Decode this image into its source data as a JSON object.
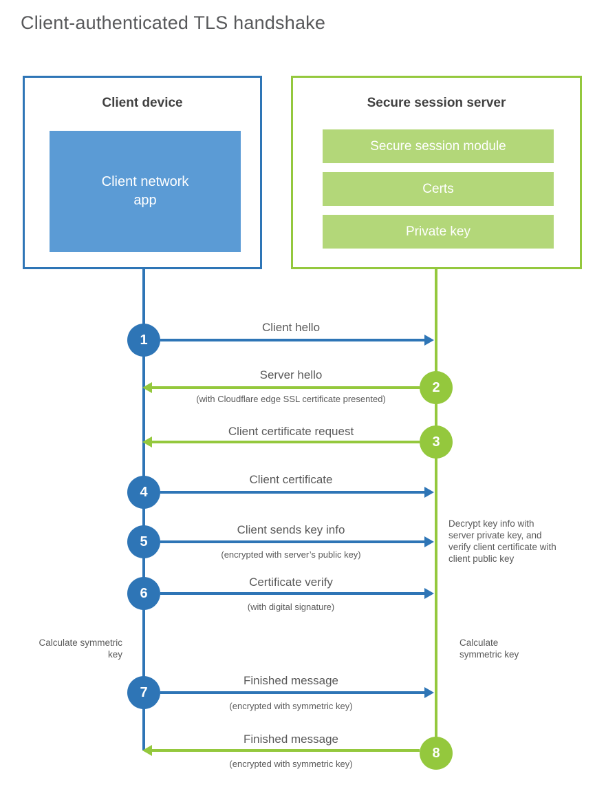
{
  "title": "Client-authenticated TLS handshake",
  "colors": {
    "client_strong": "#2e75b6",
    "client_fill": "#5b9bd5",
    "server_strong": "#94c83d",
    "server_fill": "#b3d779",
    "heading_text": "#404040",
    "label_text": "#595959"
  },
  "client": {
    "title": "Client device",
    "app_label": "Client network app"
  },
  "server": {
    "title": "Secure session server",
    "modules": [
      "Secure session module",
      "Certs",
      "Private key"
    ]
  },
  "messages": [
    {
      "num": "1",
      "from": "client",
      "direction": "right",
      "label": "Client hello",
      "sublabel": ""
    },
    {
      "num": "2",
      "from": "server",
      "direction": "left",
      "label": "Server hello",
      "sublabel": "(with Cloudflare edge SSL certificate presented)"
    },
    {
      "num": "3",
      "from": "server",
      "direction": "left",
      "label": "Client certificate request",
      "sublabel": ""
    },
    {
      "num": "4",
      "from": "client",
      "direction": "right",
      "label": "Client certificate",
      "sublabel": ""
    },
    {
      "num": "5",
      "from": "client",
      "direction": "right",
      "label": "Client sends key info",
      "sublabel": "(encrypted with server’s public key)"
    },
    {
      "num": "6",
      "from": "client",
      "direction": "right",
      "label": "Certificate verify",
      "sublabel": "(with digital signature)"
    },
    {
      "num": "7",
      "from": "client",
      "direction": "right",
      "label": "Finished message",
      "sublabel": "(encrypted with symmetric key)"
    },
    {
      "num": "8",
      "from": "server",
      "direction": "left",
      "label": "Finished message",
      "sublabel": "(encrypted with symmetric key)"
    }
  ],
  "notes": {
    "decrypt": "Decrypt key info with server private key, and verify client certificate with client public key",
    "calc_left": "Calculate symmetric key",
    "calc_right": "Calculate symmetric key"
  }
}
